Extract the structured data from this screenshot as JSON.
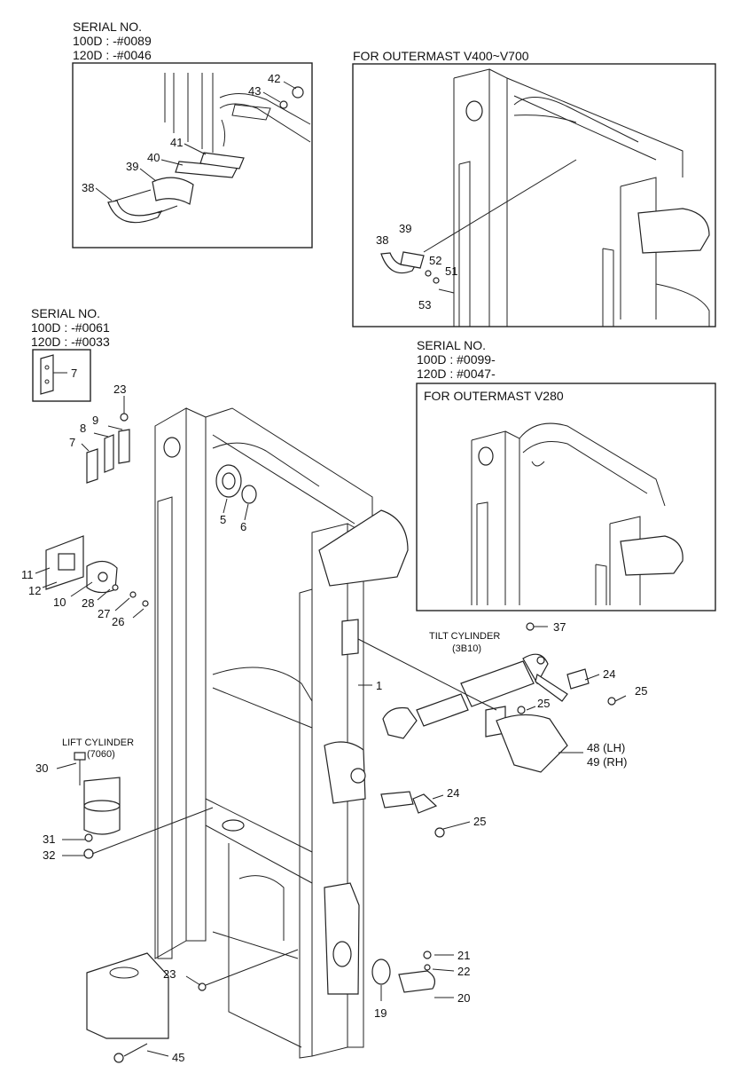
{
  "insets": {
    "top_left": {
      "serial_title": "SERIAL NO.",
      "serial_line1": "100D : -#0089",
      "serial_line2": "120D : -#0046"
    },
    "top_right": {
      "title": "FOR OUTERMAST V400~V700"
    },
    "left_small": {
      "serial_title": "SERIAL NO.",
      "serial_line1": "100D : -#0061",
      "serial_line2": "120D : -#0033"
    },
    "right_mid": {
      "serial_title": "SERIAL NO.",
      "serial_line1": "100D : #0099-",
      "serial_line2": "120D : #0047-",
      "title": "FOR OUTERMAST V280"
    }
  },
  "callouts": {
    "tilt_cylinder": "TILT CYLINDER",
    "tilt_cylinder_code": "(3B10)",
    "lift_cylinder": "LIFT CYLINDER",
    "lift_cylinder_code": "(7060)"
  },
  "parts": {
    "p1": "1",
    "p5": "5",
    "p6": "6",
    "p7a": "7",
    "p7b": "7",
    "p8": "8",
    "p9": "9",
    "p10": "10",
    "p11": "11",
    "p12": "12",
    "p19": "19",
    "p20": "20",
    "p21": "21",
    "p22": "22",
    "p23a": "23",
    "p23b": "23",
    "p24a": "24",
    "p24b": "24",
    "p25a": "25",
    "p25b": "25",
    "p25c": "25",
    "p26": "26",
    "p27": "27",
    "p28": "28",
    "p30": "30",
    "p31": "31",
    "p32": "32",
    "p37": "37",
    "p38a": "38",
    "p38b": "38",
    "p39a": "39",
    "p39b": "39",
    "p40": "40",
    "p41": "41",
    "p42": "42",
    "p43": "43",
    "p45": "45",
    "p48": "48 (LH)",
    "p49": "49 (RH)",
    "p51": "51",
    "p52": "52",
    "p53": "53"
  }
}
